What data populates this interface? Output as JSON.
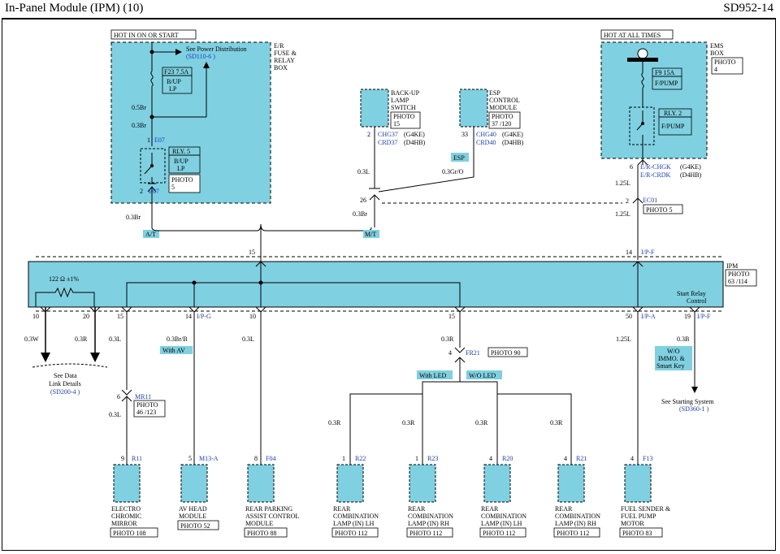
{
  "header": {
    "title": "In-Panel Module (IPM) (10)",
    "code": "SD952-14"
  },
  "colors": {
    "box": "#7fd0e1",
    "link": "#1a3bd6",
    "wire": "#000000"
  },
  "hot_run": "HOT IN ON OR START",
  "hot_always": "HOT AT ALL TIMES",
  "er_box": {
    "line1": "E/R",
    "line2": "FUSE &",
    "line3": "RELAY",
    "line4": "BOX"
  },
  "ems_box": {
    "line1": "EMS",
    "line2": "BOX",
    "photo1": "PHOTO",
    "photo2": "4"
  },
  "see_power": "See Power Distribution",
  "see_power_ref": "(SD110-6 )",
  "fuse_f23": {
    "id": "F23 7.5A",
    "name1": "B/UP",
    "name2": "LP"
  },
  "relay5": {
    "id": "RLY. 5",
    "name1": "B/UP",
    "name2": "LP",
    "photo1": "PHOTO",
    "photo2": "5"
  },
  "fuse_f9": {
    "id": "F9 15A",
    "name": "F/PUMP"
  },
  "relay2": {
    "id": "RLY. 2",
    "name": "F/PUMP"
  },
  "wire_labels": {
    "w05br": "0.5Br",
    "w03br_a": "0.3Br",
    "w03br_b": "0.3Br",
    "w03br_c": "0.3Br",
    "w03l_a": "0.3L",
    "w03gro": "0.3Gr/O",
    "w125l_a": "1.25L",
    "w125l_b": "1.25L",
    "w03w": "0.3W",
    "w03r_a": "0.3R",
    "w03l_b": "0.3L",
    "w03brb": "0.3Br/B",
    "w03l_c": "0.3L",
    "w03r_b": "0.3R",
    "w125l_c": "1.25L",
    "w03b": "0.3B",
    "w03l_d": "0.3L",
    "w03r_c": "0.3R",
    "w03r_d": "0.3R",
    "w03r_e": "0.3R",
    "w03r_f": "0.3R"
  },
  "pins": {
    "p1": "1",
    "e07a": "E07",
    "p2": "2",
    "e07b": "E07",
    "p2b": "2",
    "p33": "33",
    "p26": "26",
    "p6": "6",
    "p2c": "2",
    "p15": "15",
    "p14": "14",
    "b10": "10",
    "b20": "20",
    "b15": "15",
    "b14": "14",
    "b10b": "10",
    "b15b": "15",
    "b50": "50",
    "b19": "19",
    "p4": "4",
    "p6b": "6",
    "c9": "9",
    "c5": "5",
    "c8": "8",
    "c1": "1",
    "c1b": "1",
    "c4": "4",
    "c4b": "4",
    "c4c": "4"
  },
  "backup_switch": {
    "l1": "BACK-UP",
    "l2": "LAMP",
    "l3": "SWITCH",
    "photo1": "PHOTO",
    "photo2": "15",
    "c1": "CHG37",
    "c1v": "(G4KE)",
    "c2": "CRD37",
    "c2v": "(D4HB)"
  },
  "esp_module": {
    "l1": "ESP",
    "l2": "CONTROL",
    "l3": "MODULE",
    "photo1": "PHOTO",
    "photo2": "37 /120",
    "c1": "CHG40",
    "c1v": "(G4KE)",
    "c2": "CRD40",
    "c2v": "(D4HB)",
    "tag": "ESP"
  },
  "ems_conn": {
    "c1": "E/R-CHGK",
    "c1v": "(G4KE)",
    "c2": "E/R-CRDK",
    "c2v": "(D4HB)"
  },
  "ec01": {
    "id": "EC01",
    "photo": "PHOTO 5"
  },
  "at_tag": "A/T",
  "mt_tag": "M/T",
  "ip_f": "I/P-F",
  "ipm": {
    "name": "IPM",
    "photo1": "PHOTO",
    "photo2": "63 /114",
    "resistor": "122 Ω ±1%",
    "relay_ctrl1": "Start Relay",
    "relay_ctrl2": "Control"
  },
  "ipm_conn": {
    "ipg": "I/P-G",
    "ipa": "I/P-A",
    "ipf": "I/P-F"
  },
  "with_av": "With AV",
  "data_link": {
    "l1": "See Data",
    "l2": "Link Details",
    "ref": "(SD200-4 )"
  },
  "fr21": {
    "id": "FR21",
    "photo": "PHOTO 90"
  },
  "mr11": {
    "id": "MR11",
    "photo1": "PHOTO",
    "photo2": "46 /123"
  },
  "with_led": "With LED",
  "wo_led": "W/O LED",
  "immo": {
    "l1": "W/O",
    "l2": "IMMO. &",
    "l3": "Smart Key"
  },
  "starting": {
    "l1": "See Starting System",
    "ref": "(SD360-1 )"
  },
  "components": [
    {
      "conn": "R11",
      "l1": "ELECTRO",
      "l2": "CHROMIC",
      "l3": "MIRROR",
      "l4": "",
      "photo": "PHOTO 108"
    },
    {
      "conn": "M13-A",
      "l1": "AV HEAD",
      "l2": "MODULE",
      "l3": "",
      "l4": "",
      "photo": "PHOTO 52"
    },
    {
      "conn": "F04",
      "l1": "REAR PARKING",
      "l2": "ASSIST CONTROL",
      "l3": "MODULE",
      "l4": "",
      "photo": "PHOTO 88"
    },
    {
      "conn": "R22",
      "l1": "REAR",
      "l2": "COMBINATION",
      "l3": "LAMP (IN) LH",
      "l4": "",
      "photo": "PHOTO 112"
    },
    {
      "conn": "R23",
      "l1": "REAR",
      "l2": "COMBINATION",
      "l3": "LAMP (IN) RH",
      "l4": "",
      "photo": "PHOTO 112"
    },
    {
      "conn": "R20",
      "l1": "REAR",
      "l2": "COMBINATION",
      "l3": "LAMP (IN) LH",
      "l4": "",
      "photo": "PHOTO 112"
    },
    {
      "conn": "R21",
      "l1": "REAR",
      "l2": "COMBINATION",
      "l3": "LAMP (IN) RH",
      "l4": "",
      "photo": "PHOTO 112"
    },
    {
      "conn": "F13",
      "l1": "FUEL SENDER &",
      "l2": "FUEL PUMP",
      "l3": "MOTOR",
      "l4": "",
      "photo": "PHOTO 83"
    }
  ]
}
